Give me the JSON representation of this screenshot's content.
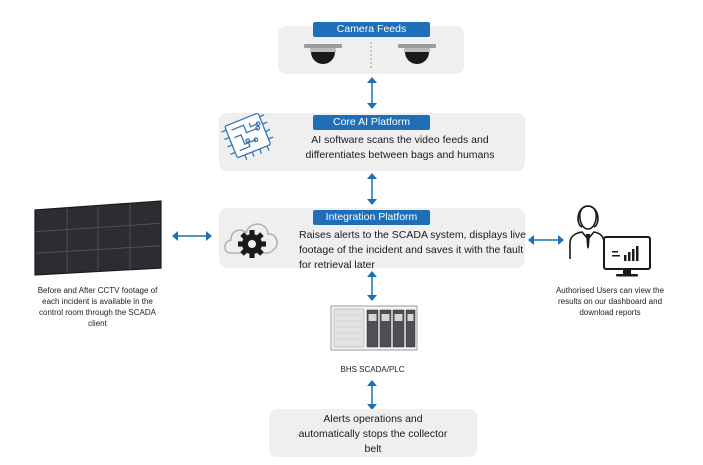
{
  "colors": {
    "accent": "#1f6fb8",
    "panel": "#efefef",
    "arrow": "#1f6fb8"
  },
  "camera_feeds": {
    "label": "Camera Feeds",
    "icons": [
      "dome-camera-icon",
      "dome-camera-icon"
    ]
  },
  "core_ai": {
    "label": "Core AI Platform",
    "text_line1": "AI software scans the video feeds and",
    "text_line2": "differentiates between bags and humans",
    "icon": "circuit-icon"
  },
  "integration": {
    "label": "Integration Platform",
    "text_line1": "Raises alerts to the SCADA system, displays live",
    "text_line2": "footage of the incident and saves it with the fault",
    "text_line3": "for retrieval later",
    "icon": "cloud-gear-icon"
  },
  "video_wall": {
    "icon": "video-wall-icon",
    "caption_line1": "Before and After CCTV footage of",
    "caption_line2": "each incident is available in the",
    "caption_line3": "control room through the SCADA",
    "caption_line4": "client"
  },
  "users": {
    "icon": "user-dashboard-icon",
    "caption_line1": "Authorised Users can view the",
    "caption_line2": "results on our dashboard and",
    "caption_line3": "download reports"
  },
  "scada": {
    "icon": "scada-panel-icon",
    "label": "BHS SCADA/PLC"
  },
  "alerts": {
    "text_line1": "Alerts operations and",
    "text_line2": "automatically stops the collector",
    "text_line3": "belt"
  }
}
